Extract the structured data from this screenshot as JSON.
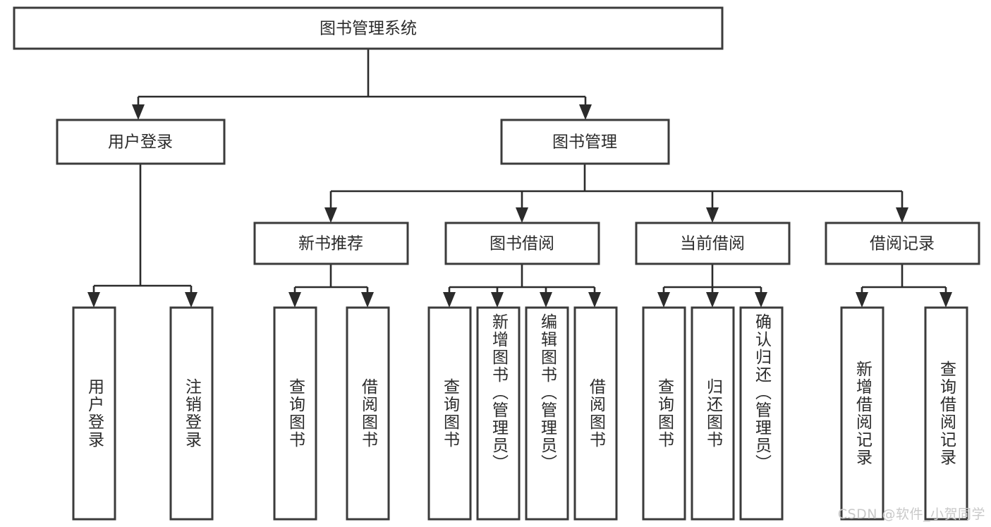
{
  "diagram": {
    "title": "图书管理系统",
    "type": "tree-hierarchy",
    "root": {
      "id": "root",
      "label": "图书管理系统"
    },
    "level1": [
      {
        "id": "user-login",
        "label": "用户登录"
      },
      {
        "id": "book-manage",
        "label": "图书管理"
      }
    ],
    "level2": [
      {
        "id": "new-book-recommend",
        "label": "新书推荐",
        "parent": "book-manage"
      },
      {
        "id": "book-borrow",
        "label": "图书借阅",
        "parent": "book-manage"
      },
      {
        "id": "current-borrow",
        "label": "当前借阅",
        "parent": "book-manage"
      },
      {
        "id": "borrow-record",
        "label": "借阅记录",
        "parent": "book-manage"
      }
    ],
    "leaves": [
      {
        "id": "leaf-user-login",
        "label": "用户登录",
        "parent": "user-login"
      },
      {
        "id": "leaf-logout",
        "label": "注销登录",
        "parent": "user-login"
      },
      {
        "id": "leaf-query-book-1",
        "label": "查询图书",
        "parent": "new-book-recommend"
      },
      {
        "id": "leaf-borrow-book-1",
        "label": "借阅图书",
        "parent": "new-book-recommend"
      },
      {
        "id": "leaf-query-book-2",
        "label": "查询图书",
        "parent": "book-borrow"
      },
      {
        "id": "leaf-add-book",
        "label": "新增图书（管理员）",
        "parent": "book-borrow"
      },
      {
        "id": "leaf-edit-book",
        "label": "编辑图书（管理员）",
        "parent": "book-borrow"
      },
      {
        "id": "leaf-borrow-book-2",
        "label": "借阅图书",
        "parent": "book-borrow"
      },
      {
        "id": "leaf-query-book-3",
        "label": "查询图书",
        "parent": "current-borrow"
      },
      {
        "id": "leaf-return-book",
        "label": "归还图书",
        "parent": "current-borrow"
      },
      {
        "id": "leaf-confirm-return",
        "label": "确认归还（管理员）",
        "parent": "current-borrow"
      },
      {
        "id": "leaf-add-record",
        "label": "新增借阅记录",
        "parent": "borrow-record"
      },
      {
        "id": "leaf-query-record",
        "label": "查询借阅记录",
        "parent": "borrow-record"
      }
    ],
    "colors": {
      "box_stroke": "#3b3b3b",
      "box_fill": "#ffffff",
      "connector": "#2b2b2b",
      "text": "#2b2b2b",
      "watermark": "#c9c9c9",
      "background": "#ffffff"
    }
  },
  "watermark": {
    "text": "CSDN @软件_小贺同学"
  }
}
